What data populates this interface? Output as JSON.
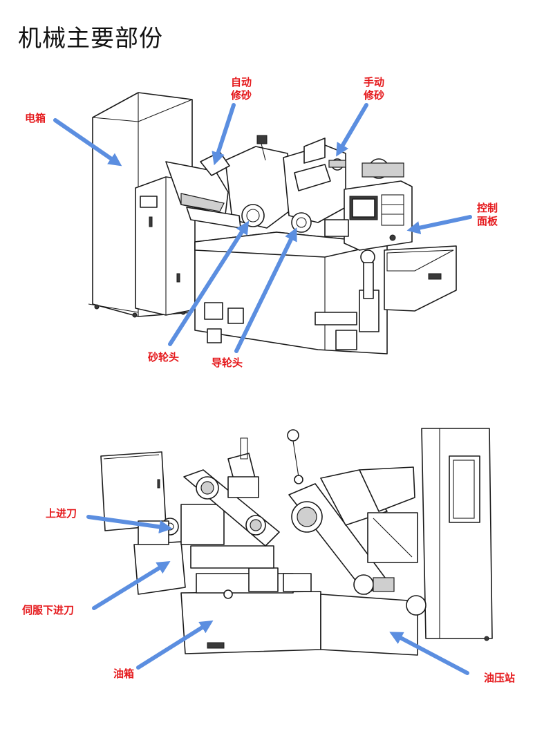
{
  "title": "机械主要部份",
  "colors": {
    "label": "#e5191c",
    "arrow": "#5b8ee0",
    "line": "#1a1a1a"
  },
  "labels": {
    "electrical_box": "电箱",
    "auto_dressing_1": "自动",
    "auto_dressing_2": "修砂",
    "manual_dressing_1": "手动",
    "manual_dressing_2": "修砂",
    "control_panel_1": "控制",
    "control_panel_2": "面板",
    "grinding_wheel_head": "砂轮头",
    "guide_wheel_head": "导轮头",
    "upper_feed": "上进刀",
    "servo_lower_feed": "伺服下进刀",
    "oil_tank": "油箱",
    "hydraulic_station": "油压站"
  }
}
